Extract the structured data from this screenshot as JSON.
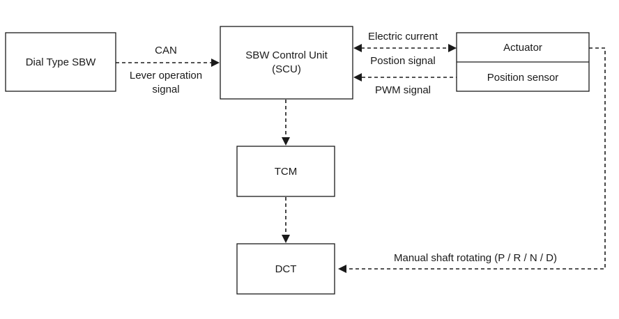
{
  "boxes": {
    "dial": "Dial Type SBW",
    "scu_line1": "SBW Control Unit",
    "scu_line2": "(SCU)",
    "actuator": "Actuator",
    "position_sensor": "Position  sensor",
    "tcm": "TCM",
    "dct": "DCT"
  },
  "labels": {
    "can": "CAN",
    "lever_line1": "Lever operation",
    "lever_line2": "signal",
    "electric_current": "Electric current",
    "position_signal": "Postion signal",
    "pwm_signal": "PWM signal",
    "manual_shaft": "Manual shaft rotating (P / R / N / D)"
  },
  "colors": {
    "stroke": "#1a1a1a",
    "background": "#ffffff"
  }
}
